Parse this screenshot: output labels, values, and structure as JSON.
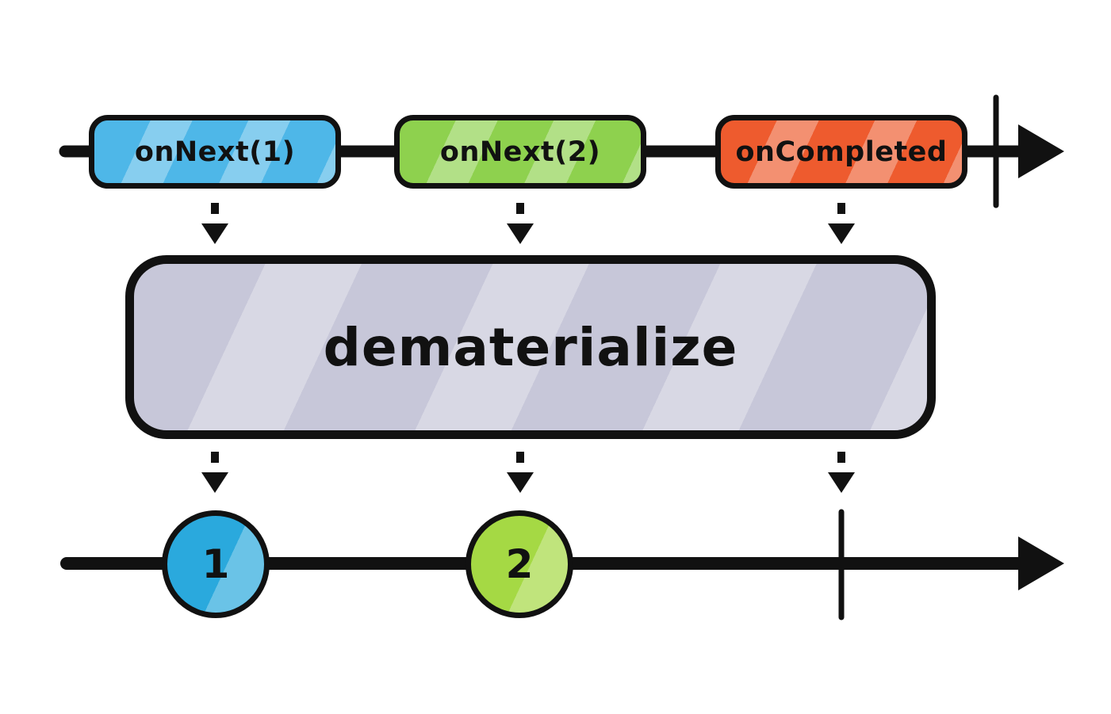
{
  "diagram": {
    "kind": "rx-marble-diagram",
    "operator": {
      "label": "dematerialize",
      "fill": "#c7c7d9"
    },
    "source_timeline": {
      "events": [
        {
          "label": "onNext(1)",
          "fill": "#4eb7e8",
          "type": "notification-box"
        },
        {
          "label": "onNext(2)",
          "fill": "#8ed14e",
          "type": "notification-box"
        },
        {
          "label": "onCompleted",
          "fill": "#ee5b2e",
          "type": "notification-box"
        }
      ],
      "completed": true
    },
    "output_timeline": {
      "events": [
        {
          "label": "1",
          "fill": "#2aa9dd",
          "type": "marble"
        },
        {
          "label": "2",
          "fill": "#a5d944",
          "type": "marble"
        }
      ],
      "completed": true
    },
    "line_color": "#111111",
    "background": "#ffffff"
  }
}
